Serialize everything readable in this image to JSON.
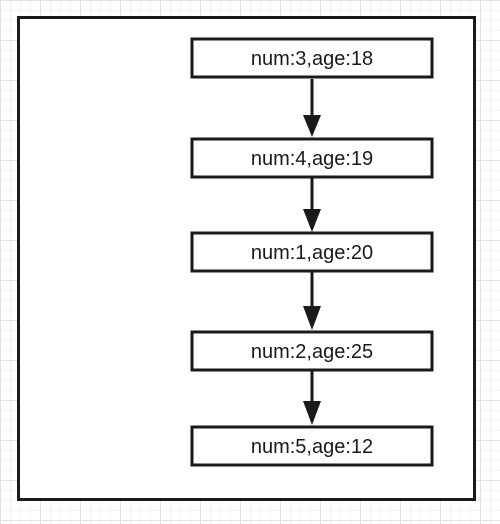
{
  "nodes": [
    {
      "label": "num:3,age:18"
    },
    {
      "label": "num:4,age:19"
    },
    {
      "label": "num:1,age:20"
    },
    {
      "label": "num:2,age:25"
    },
    {
      "label": "num:5,age:12"
    }
  ],
  "edges": [
    {
      "from": 0,
      "to": 1
    },
    {
      "from": 1,
      "to": 2
    },
    {
      "from": 2,
      "to": 3
    },
    {
      "from": 3,
      "to": 4
    }
  ],
  "colors": {
    "stroke": "#1a1a1a",
    "box_fill": "#ffffff"
  }
}
